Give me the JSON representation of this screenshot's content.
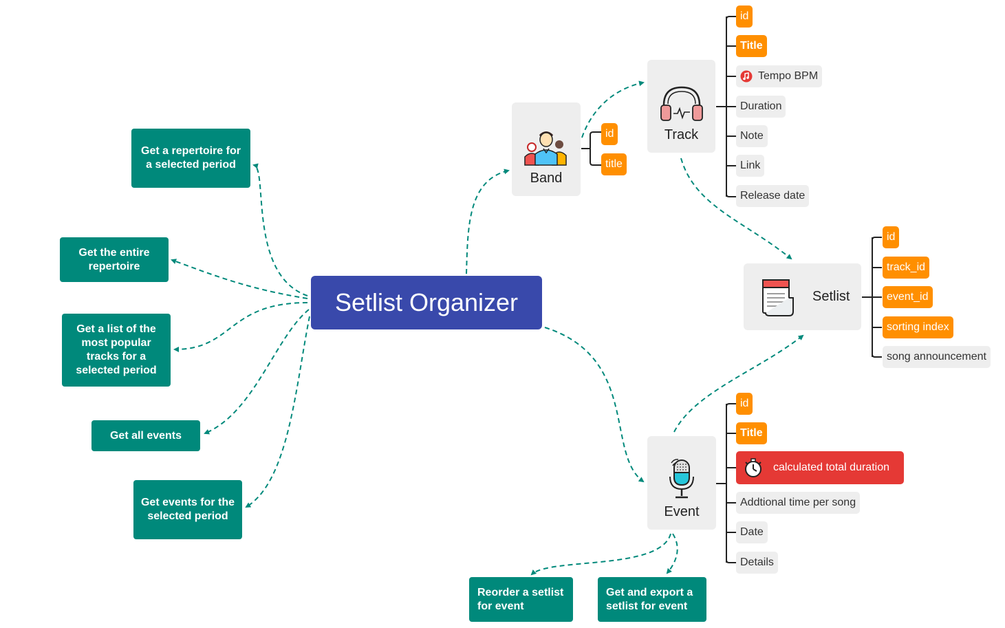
{
  "title": "Setlist Organizer",
  "actions": [
    "Get a repertoire for a selected period",
    "Get the entire repertoire",
    "Get a list of the most popular tracks for a selected period",
    "Get all events",
    "Get events for the selected period"
  ],
  "entities": {
    "band": {
      "label": "Band",
      "icon": "people-icon",
      "fields": [
        "id",
        "title"
      ]
    },
    "track": {
      "label": "Track",
      "icon": "headphones-icon",
      "fields": [
        "id",
        "Title",
        "Tempo BPM",
        "Duration",
        "Note",
        "Link",
        "Release date"
      ],
      "field_icons": {
        "Tempo BPM": "music-note-icon"
      }
    },
    "setlist": {
      "label": "Setlist",
      "icon": "document-icon",
      "fields": [
        "id",
        "track_id",
        "event_id",
        "sorting index",
        "song announcement"
      ]
    },
    "event": {
      "label": "Event",
      "icon": "microphone-icon",
      "fields": [
        "id",
        "Title",
        "calculated total duration",
        "Addtional time per song",
        "Date",
        "Details"
      ],
      "field_icons": {
        "calculated total duration": "stopwatch-icon"
      },
      "actions": [
        "Reorder a setlist for event",
        "Get and export a setlist for event"
      ]
    }
  },
  "colors": {
    "central": "#3949ab",
    "action": "#00897b",
    "key_field": "#ff8f00",
    "plain_field": "#eeeeee",
    "alert_field": "#e53935",
    "connector": "#00897b",
    "bracket": "#222222"
  }
}
